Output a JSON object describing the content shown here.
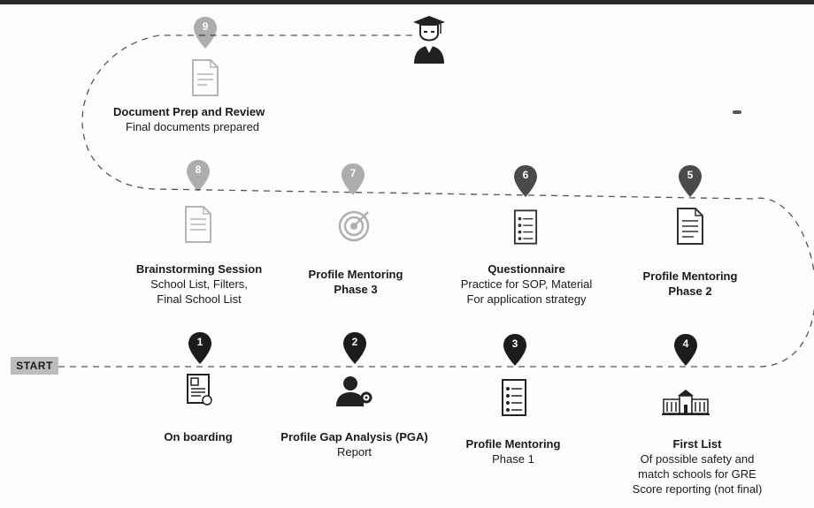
{
  "start_label": "START",
  "steps": [
    {
      "num": "1",
      "title": "On boarding",
      "sub": [
        "",
        "",
        ""
      ]
    },
    {
      "num": "2",
      "title": "Profile Gap Analysis (PGA)",
      "sub": [
        "Report",
        "",
        ""
      ]
    },
    {
      "num": "3",
      "title": "Profile Mentoring",
      "sub": [
        "Phase 1",
        "",
        ""
      ]
    },
    {
      "num": "4",
      "title": "First List",
      "sub": [
        "Of possible safety and",
        "match schools for GRE",
        "Score reporting (not final)"
      ]
    },
    {
      "num": "5",
      "title": "Profile Mentoring",
      "sub": [
        "Phase 2",
        "",
        ""
      ]
    },
    {
      "num": "6",
      "title": "Questionnaire",
      "sub": [
        "Practice for SOP, Material",
        "For application strategy",
        ""
      ]
    },
    {
      "num": "7",
      "title": "Profile Mentoring",
      "sub": [
        "Phase 3",
        "",
        ""
      ]
    },
    {
      "num": "8",
      "title": "Brainstorming Session",
      "sub": [
        "School List, Filters,",
        "Final School List",
        ""
      ]
    },
    {
      "num": "9",
      "title": "Document Prep and Review",
      "sub": [
        "Final documents prepared",
        "",
        ""
      ]
    }
  ],
  "icons": {
    "step1": "onboarding-document-icon",
    "step2": "user-gear-icon",
    "step3": "checklist-icon",
    "step4": "university-building-icon",
    "step5": "document-icon",
    "step6": "checklist-icon",
    "step7": "target-icon",
    "step8": "document-icon",
    "step9": "document-icon",
    "finish": "graduate-icon"
  },
  "colors": {
    "pin_dark": "#1c1c1c",
    "pin_mid": "#4a4a4a",
    "pin_faint": "#b8b8b8",
    "path": "#555555",
    "start_bg": "#bdbdbd"
  }
}
